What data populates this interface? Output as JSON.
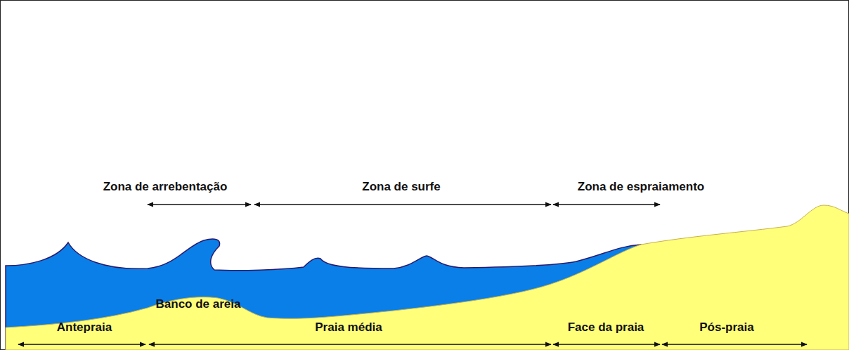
{
  "diagram": {
    "labels": [
      "Zona de arrebentação",
      "Zona de surfe",
      "Zona de espraiamento",
      "Banco de areia",
      "Antepraia",
      "Praia média",
      "Face da praia",
      "Pós-praia"
    ]
  }
}
